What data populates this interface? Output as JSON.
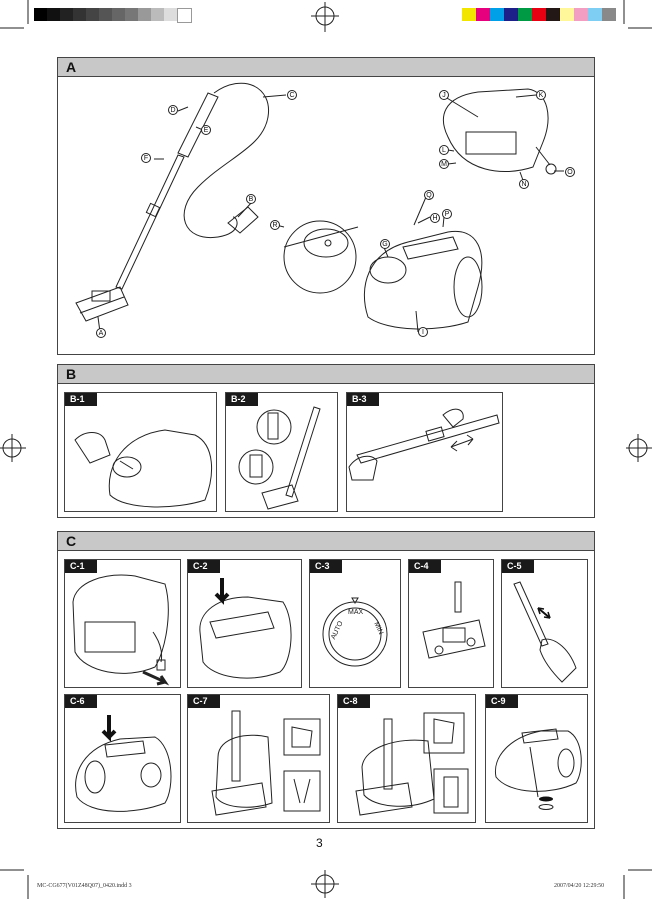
{
  "colors": {
    "header_gray": "#c8c8c8",
    "tag_bg": "#1a1a1a",
    "grayscale_bar": [
      "#000000",
      "#111111",
      "#222222",
      "#333333",
      "#444444",
      "#555555",
      "#666666",
      "#777777",
      "#999999",
      "#bbbbbb",
      "#dddddd",
      "#ffffff"
    ],
    "color_bar": [
      "#f2e600",
      "#e6007e",
      "#00a0e9",
      "#1d2088",
      "#009944",
      "#e60012",
      "#231815",
      "#fff799",
      "#f19ec2",
      "#7ecef4",
      "#898989"
    ]
  },
  "sections": {
    "a": {
      "letter": "A"
    },
    "b": {
      "letter": "B"
    },
    "c": {
      "letter": "C"
    }
  },
  "part_labels": [
    "A",
    "B",
    "C",
    "D",
    "E",
    "F",
    "G",
    "H",
    "I",
    "J",
    "K",
    "L",
    "M",
    "N",
    "O",
    "P",
    "Q",
    "R"
  ],
  "panels": {
    "b1": "B-1",
    "b2": "B-2",
    "b3": "B-3",
    "c1": "C-1",
    "c2": "C-2",
    "c3": "C-3",
    "c4": "C-4",
    "c5": "C-5",
    "c6": "C-6",
    "c7": "C-7",
    "c8": "C-8",
    "c9": "C-9"
  },
  "dial": {
    "top": "MAX",
    "left": "AUTO",
    "right": "MIN"
  },
  "page_number": "3",
  "footer": {
    "file": "MC-CG677(V01Z48Q07)_0420.indd   3",
    "timestamp": "2007/04/20   12:29:50"
  }
}
